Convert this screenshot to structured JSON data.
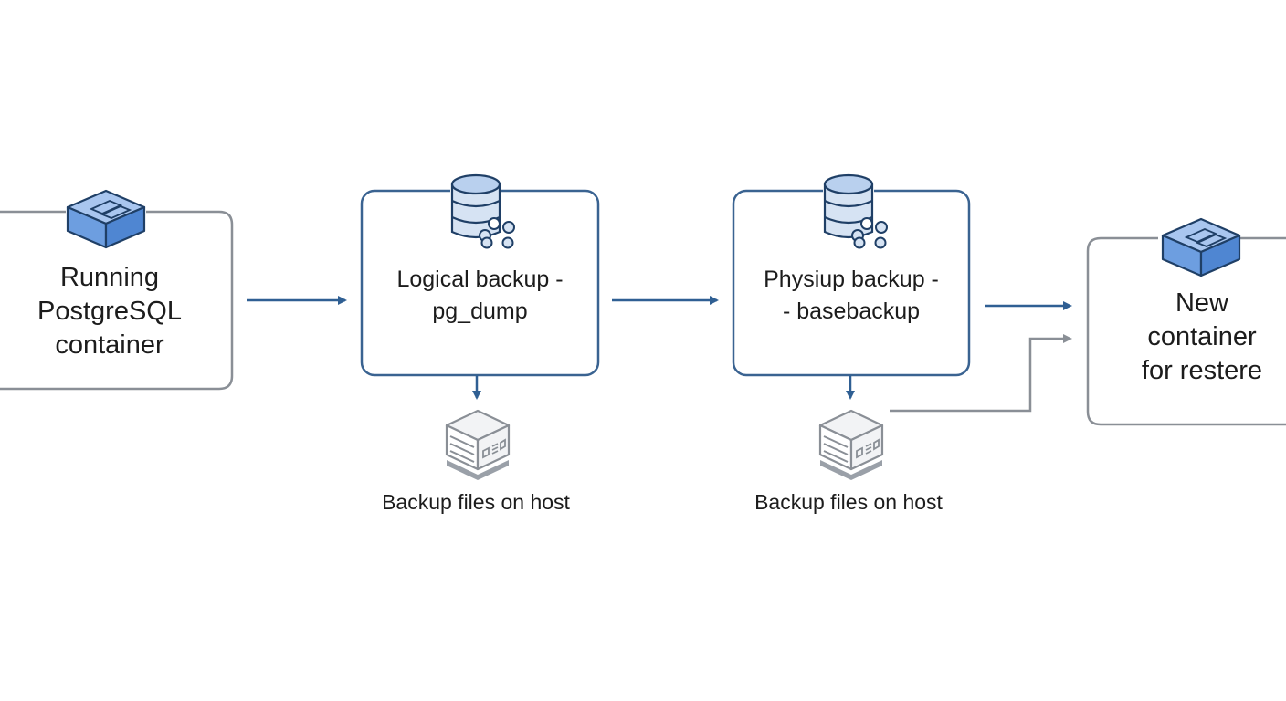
{
  "nodes": {
    "running": {
      "line1": "Running",
      "line2": "PostgreSQL",
      "line3": "container",
      "icon": "container-icon"
    },
    "logical": {
      "line1": "Logical backup -",
      "line2": "pg_dump",
      "icon": "database-icon"
    },
    "physical": {
      "line1": "Physiup backup -",
      "line2": "- basebackup",
      "icon": "database-icon"
    },
    "restore": {
      "line1": "New",
      "line2": "container",
      "line3": "for restere",
      "icon": "container-icon"
    }
  },
  "storage": {
    "logical_caption": "Backup files on host",
    "physical_caption": "Backup files on host",
    "icon": "storage-server-icon"
  },
  "colors": {
    "accent_blue": "#2f5f93",
    "box_blue": "#3a6391",
    "gray_line": "#8a8f96",
    "icon_fill": "#6d9ee0",
    "icon_light": "#d6e3f3"
  }
}
